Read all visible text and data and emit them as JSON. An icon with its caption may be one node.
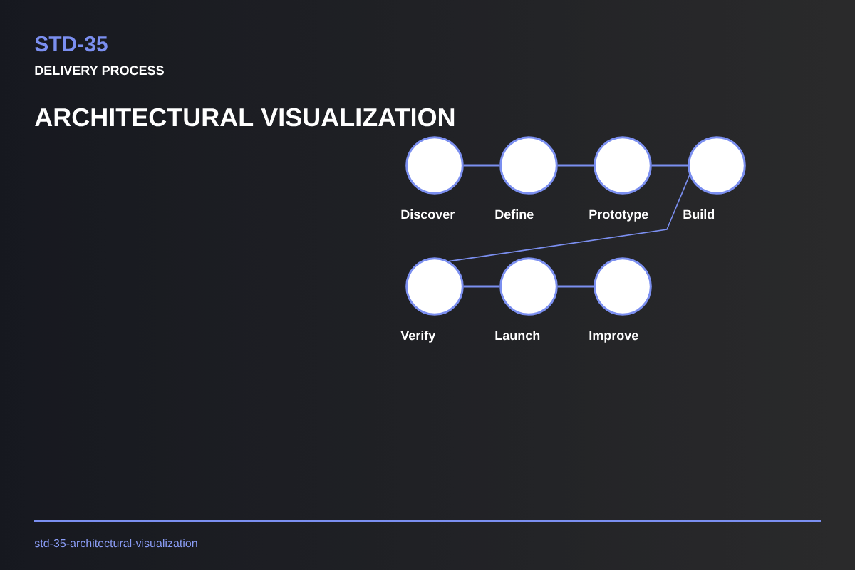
{
  "diagram": {
    "title": "ARCHITECTURAL VISUALIZATION",
    "nodes": [
      {
        "text": [
          "Discover"
        ]
      },
      {
        "text": [
          "Define"
        ]
      },
      {
        "text": [
          "Prototype"
        ]
      },
      {
        "text": [
          "Build"
        ]
      },
      {
        "text": [
          "Verify"
        ]
      },
      {
        "text": [
          "Launch"
        ]
      },
      {
        "text": [
          "Improve"
        ]
      }
    ],
    "edges": [
      {
        "from": 0,
        "to": 1,
        "arrow": "none"
      },
      {
        "from": 1,
        "to": 2,
        "arrow": "none"
      },
      {
        "from": 2,
        "to": 3,
        "arrow": "none"
      },
      {
        "from": 3,
        "to": 4,
        "arrow": "none"
      },
      {
        "from": 4,
        "to": 5,
        "arrow": "none"
      },
      {
        "from": 5,
        "to": 6,
        "arrow": "none"
      }
    ],
    "labels": [
      "STD-35",
      "DELIVERY PROCESS",
      "std-35-architectural-visualization"
    ]
  }
}
